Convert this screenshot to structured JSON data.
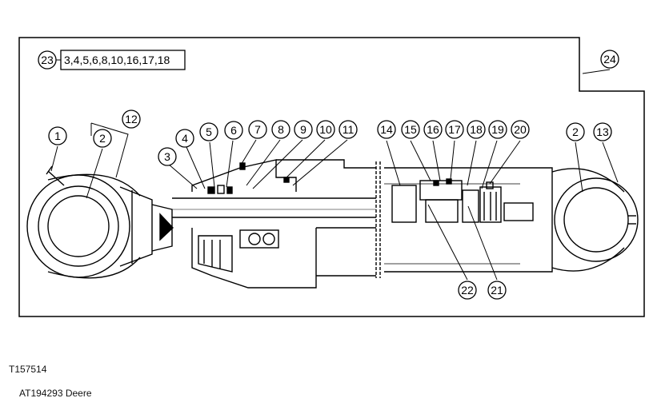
{
  "key_group": {
    "label": "23",
    "items": "3,4,5,6,8,10,16,17,18"
  },
  "outline_label": "24",
  "callouts": [
    "1",
    "2",
    "12",
    "3",
    "4",
    "5",
    "6",
    "7",
    "8",
    "9",
    "10",
    "11",
    "14",
    "15",
    "16",
    "17",
    "18",
    "19",
    "20",
    "2",
    "13",
    "22",
    "21"
  ],
  "figure_id": "T157514",
  "credit": "AT194293 Deere"
}
